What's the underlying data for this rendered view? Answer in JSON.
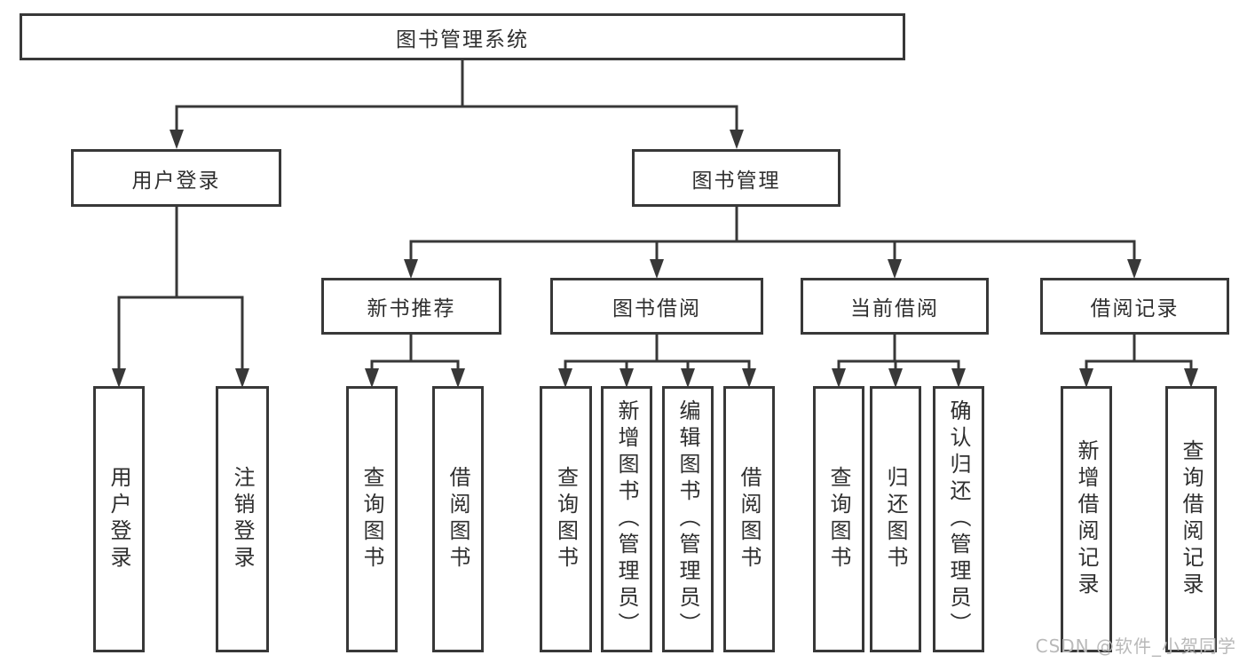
{
  "tree": {
    "label": "图书管理系统",
    "children": [
      {
        "label": "用户登录",
        "children": [
          {
            "label": "用户登录"
          },
          {
            "label": "注销登录"
          }
        ]
      },
      {
        "label": "图书管理",
        "children": [
          {
            "label": "新书推荐",
            "children": [
              {
                "label": "查询图书"
              },
              {
                "label": "借阅图书"
              }
            ]
          },
          {
            "label": "图书借阅",
            "children": [
              {
                "label": "查询图书"
              },
              {
                "label": "新增图书（管理员）"
              },
              {
                "label": "编辑图书（管理员）"
              },
              {
                "label": "借阅图书"
              }
            ]
          },
          {
            "label": "当前借阅",
            "children": [
              {
                "label": "查询图书"
              },
              {
                "label": "归还图书"
              },
              {
                "label": "确认归还（管理员）"
              }
            ]
          },
          {
            "label": "借阅记录",
            "children": [
              {
                "label": "新增借阅记录"
              },
              {
                "label": "查询借阅记录"
              }
            ]
          }
        ]
      }
    ]
  },
  "watermark": {
    "text": "CSDN @软件_小贺同学"
  },
  "colors": {
    "line": "#383838",
    "text": "#2f2f2f",
    "box_background": "#ffffff",
    "watermark": "#b9b9b9",
    "background": "#ffffff"
  }
}
